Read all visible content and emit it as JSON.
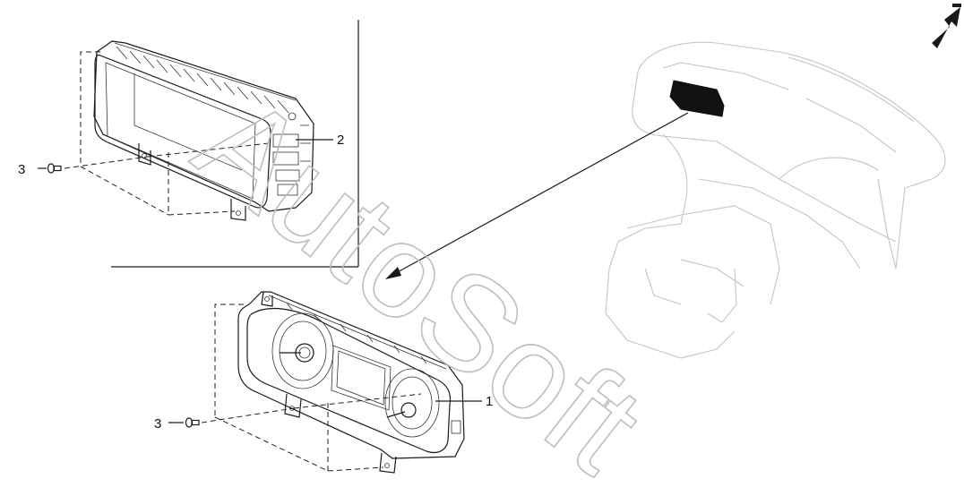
{
  "watermark": "AutoSoft",
  "callouts": {
    "cluster": "1",
    "cluster_rear": "2",
    "screw_upper": "3",
    "screw_lower": "3"
  },
  "colors": {
    "line": "#1a1a1a",
    "ghost": "#c4c4c4",
    "highlight": "#111111"
  }
}
